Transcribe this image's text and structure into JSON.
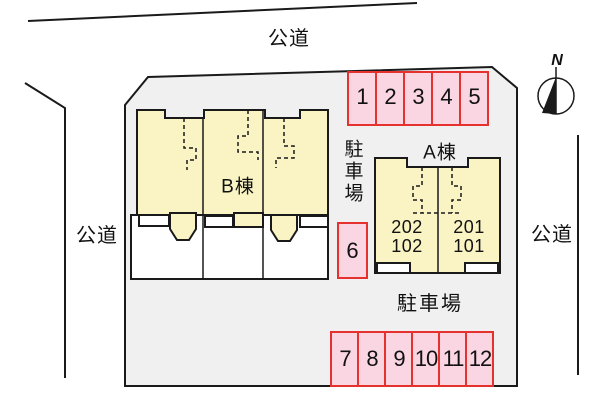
{
  "roads": {
    "top_label": "公道",
    "left_label": "公道",
    "right_label": "公道"
  },
  "compass": {
    "north_label": "N"
  },
  "parking": {
    "side_area_label": "駐車場",
    "bottom_area_label": "駐車場",
    "top_row_spaces": [
      "1",
      "2",
      "3",
      "4",
      "5"
    ],
    "middle_space": "6",
    "bottom_row_spaces": [
      "7",
      "8",
      "9",
      "10",
      "11",
      "12"
    ]
  },
  "buildings": {
    "a": {
      "name": "A棟",
      "left_unit_upper": "202",
      "left_unit_lower": "102",
      "right_unit_upper": "201",
      "right_unit_lower": "101"
    },
    "b": {
      "name": "B棟"
    }
  },
  "colors": {
    "site_fill": "#f0f0f0",
    "building_fill": "#faf4c4",
    "parking_fill": "#f9d6e2",
    "parking_border": "#e5322e",
    "line": "#1a1a1a",
    "text": "#111111"
  }
}
